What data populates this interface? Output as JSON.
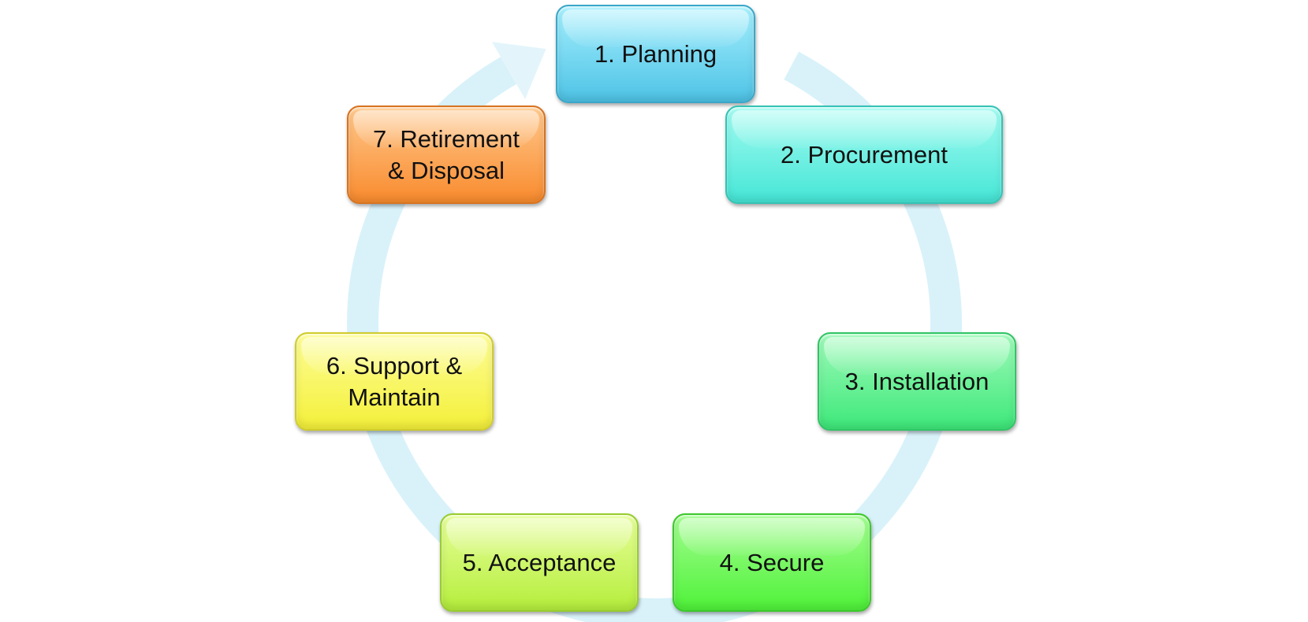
{
  "diagram": {
    "ring_color": "#d9f2fa",
    "steps": [
      {
        "id": "planning",
        "label": "1. Planning",
        "color_top": "#a5effd",
        "color_bottom": "#4ec3e6",
        "border": "#3aa7c8"
      },
      {
        "id": "procurement",
        "label": "2. Procurement",
        "color_top": "#a2fbf1",
        "color_bottom": "#45e6d6",
        "border": "#35c3b5"
      },
      {
        "id": "installation",
        "label": "3. Installation",
        "color_top": "#9efab9",
        "color_bottom": "#3ee87a",
        "border": "#2fc565"
      },
      {
        "id": "secure",
        "label": "4. Secure",
        "color_top": "#a3fd90",
        "color_bottom": "#4ff239",
        "border": "#3cc82b"
      },
      {
        "id": "acceptance",
        "label": "5. Acceptance",
        "color_top": "#e6fe99",
        "color_bottom": "#b5ee3c",
        "border": "#98cc2f"
      },
      {
        "id": "support",
        "label": "6. Support &\nMaintain",
        "color_top": "#fdfd96",
        "color_bottom": "#f4f03a",
        "border": "#d0cc2c"
      },
      {
        "id": "retirement",
        "label": "7. Retirement\n& Disposal",
        "color_top": "#ffc88c",
        "color_bottom": "#f98b2e",
        "border": "#d87320"
      }
    ]
  }
}
